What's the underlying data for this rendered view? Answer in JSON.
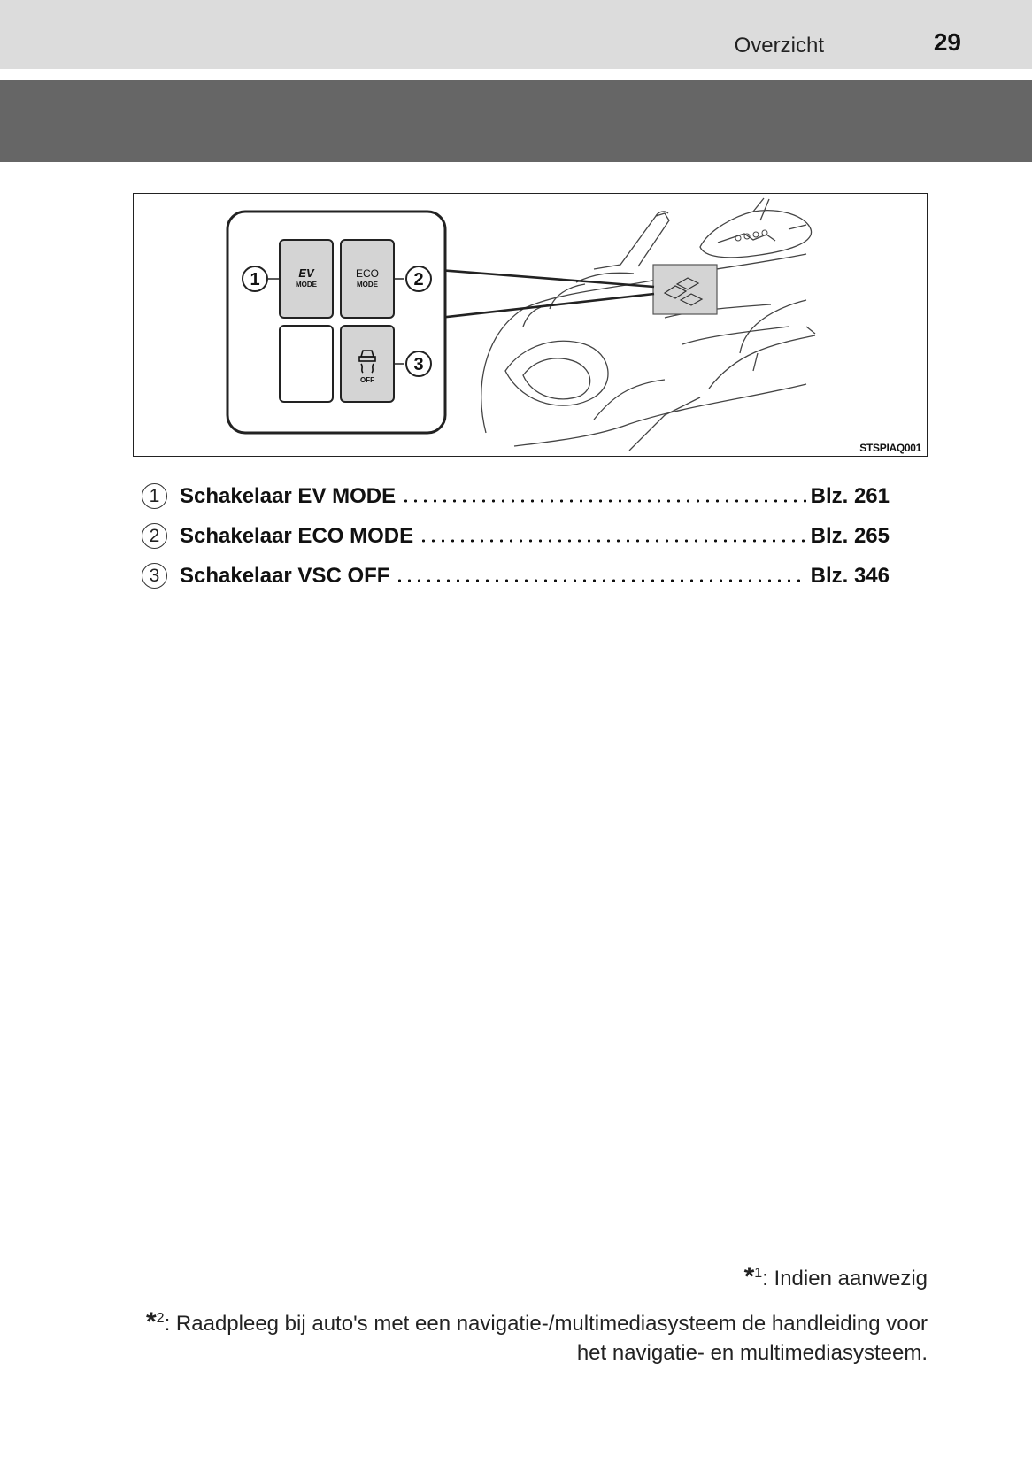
{
  "header": {
    "section_title": "Overzicht",
    "page_number": "29"
  },
  "figure": {
    "code": "STSPIAQ001",
    "callouts": [
      "1",
      "2",
      "3"
    ],
    "buttons": {
      "ev_line1": "EV",
      "ev_line2": "MODE",
      "eco_line1": "ECO",
      "eco_line2": "MODE",
      "vsc_line": "OFF"
    }
  },
  "index": [
    {
      "num": "1",
      "label": "Schakelaar EV MODE",
      "page": "Blz. 261"
    },
    {
      "num": "2",
      "label": "Schakelaar ECO MODE",
      "page": "Blz. 265"
    },
    {
      "num": "3",
      "label": "Schakelaar VSC OFF",
      "page": "Blz. 346"
    }
  ],
  "footnotes": [
    {
      "marker": "*",
      "sup": "1",
      "text": ": Indien aanwezig"
    },
    {
      "marker": "*",
      "sup": "2",
      "text": ": Raadpleeg bij auto's met een navigatie-/multimediasysteem de handleiding voor het navigatie- en multimediasysteem."
    }
  ]
}
